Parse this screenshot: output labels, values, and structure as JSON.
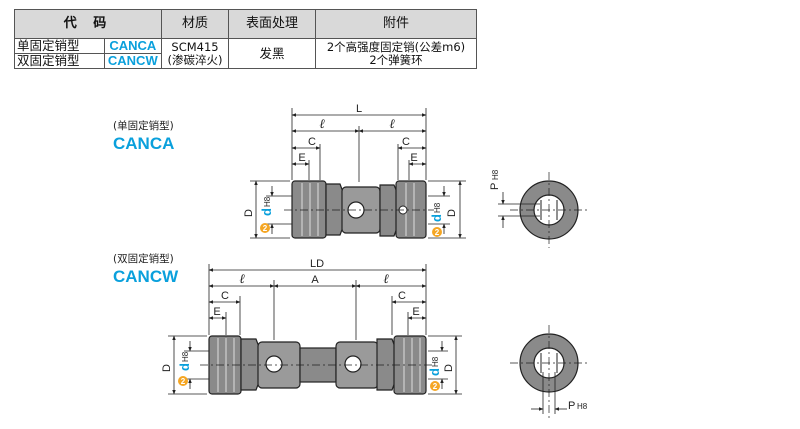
{
  "table": {
    "header": {
      "code": "代 码",
      "material": "材质",
      "surface": "表面处理",
      "accessory": "附件"
    },
    "rows": [
      {
        "name": "单固定销型",
        "code": "CANCA"
      },
      {
        "name": "双固定销型",
        "code": "CANCW"
      }
    ],
    "material": [
      "SCM415",
      "(渗碳淬火)"
    ],
    "surface": "发黑",
    "accessory": [
      "2个高强度固定销(公差m6)",
      "2个弹簧环"
    ]
  },
  "sections": [
    {
      "type_label": "(单固定销型)",
      "model": "CANCA"
    },
    {
      "type_label": "(双固定销型)",
      "model": "CANCW"
    }
  ],
  "dims": {
    "L": "L",
    "LD": "LD",
    "l": "ℓ",
    "A": "A",
    "C": "C",
    "E": "E",
    "D": "D",
    "d": "d",
    "H8": "H8",
    "P": "P",
    "PH8": "H8",
    "badge": "2"
  },
  "colors": {
    "accent": "#0aa0dc",
    "badge": "#f5a623",
    "line": "#222222",
    "part_fill": "#8a8a8a",
    "header_bg": "#d9d9d9"
  }
}
